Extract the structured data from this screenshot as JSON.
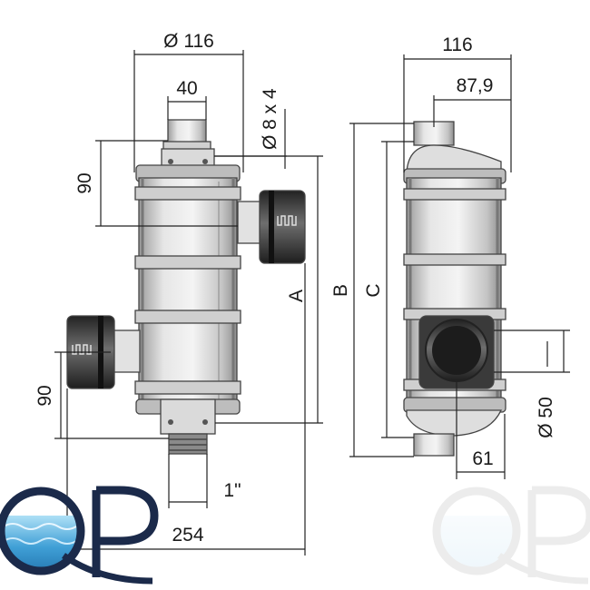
{
  "dimensions": {
    "diameter_116": "Ø 116",
    "width_40": "40",
    "screws": "Ø 8 x 4",
    "height_90_top": "90",
    "height_90_bottom": "90",
    "thread_1in": "1\"",
    "length_254": "254",
    "label_a": "A",
    "side_width_116": "116",
    "side_width_87_9": "87,9",
    "label_b": "B",
    "label_c": "C",
    "diameter_50": "Ø 50",
    "depth_61": "61"
  },
  "logo": {
    "text": "QP"
  },
  "colors": {
    "body_fill": "#e4e4e4",
    "body_dark": "#9a9a9a",
    "nut_dark": "#3a3a3a",
    "logo_blue": "#3f9fd6",
    "logo_dark": "#1b2a4a"
  }
}
